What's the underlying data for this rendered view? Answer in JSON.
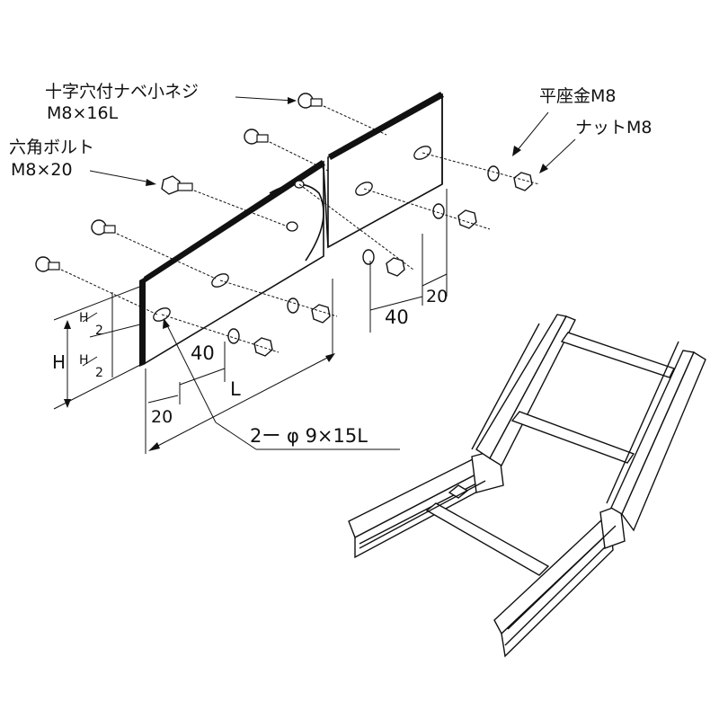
{
  "labels": {
    "pan_screw_name": "十字穴付ナベ小ネジ",
    "pan_screw_size": "M8×16L",
    "hex_bolt_name": "六角ボルト",
    "hex_bolt_size": "M8×20",
    "washer": "平座金M8",
    "nut": "ナットM8",
    "slot_spec": "2ー φ 9×15L",
    "dim_H": "H",
    "dim_H_half_top": "H",
    "dim_H_half_bottom": "H",
    "dim_half_den": "2",
    "dim_L": "L",
    "dim_20_left": "20",
    "dim_40_left": "40",
    "dim_40_right": "40",
    "dim_20_right": "20"
  }
}
